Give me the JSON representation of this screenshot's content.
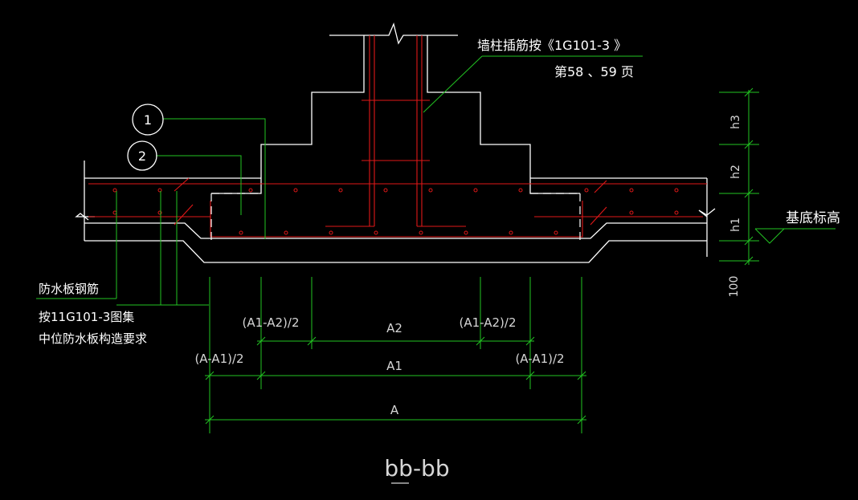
{
  "drawing": {
    "title": "bb-bb",
    "note_wall_col": "墙柱插筋按《1G101-3 》",
    "note_pages": "第58 、59 页",
    "base_elev": "基底标高",
    "note_wp_1": "防水板钢筋",
    "note_wp_2": "按11G101-3图集",
    "note_wp_3": "中位防水板构造要求",
    "callout_1": "1",
    "callout_2": "2",
    "dims": {
      "A": "A",
      "A1": "A1",
      "A2": "A2",
      "half_a_a1_left": "(A-A1)/2",
      "half_a_a1_right": "(A-A1)/2",
      "half_a1_a2_left": "(A1-A2)/2",
      "half_a1_a2_right": "(A1-A2)/2",
      "h1": "h1",
      "h2": "h2",
      "h3": "h3",
      "d100": "100"
    }
  },
  "colors": {
    "background": "#000000",
    "outline": "#ffffff",
    "rebar": "#e01818",
    "dimension": "#22c322",
    "text": "#ffffff"
  }
}
